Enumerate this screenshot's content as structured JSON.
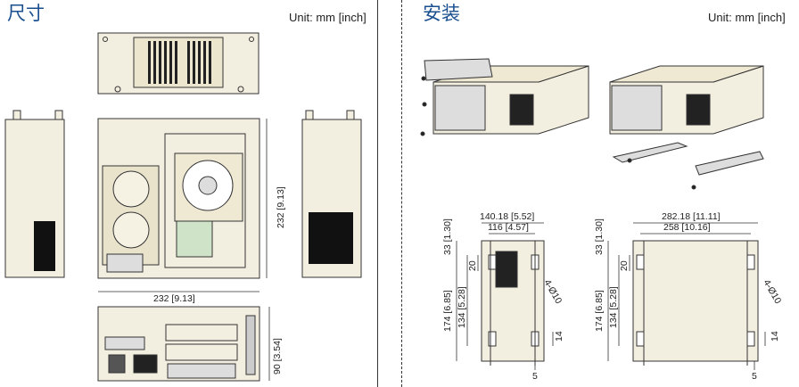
{
  "left_section": {
    "title": "尺寸",
    "unit": "Unit: mm [inch]",
    "dims": {
      "height_side": "232 [9.13]",
      "width_top": "232 [9.13]",
      "front_height": "90 [3.54]"
    }
  },
  "right_section": {
    "title": "安装",
    "unit": "Unit: mm [inch]",
    "left_bracket": {
      "width_outer": "140.18 [5.52]",
      "width_inner": "116 [4.57]",
      "top_offset": "33 [1.30]",
      "overall": "174 [6.85]",
      "inner": "134 [5.28]",
      "gap": "20",
      "hole": "4-Ø10",
      "bottom": "14",
      "edge": "5"
    },
    "right_bracket": {
      "width_outer": "282.18 [11.11]",
      "width_inner": "258 [10.16]",
      "top_offset": "33 [1.30]",
      "overall": "174 [6.85]",
      "inner": "134 [5.28]",
      "gap": "20",
      "hole": "4-Ø10",
      "bottom": "14",
      "edge": "5"
    }
  },
  "colors": {
    "heading": "#1a4f8f",
    "chassis": "#f3efe0",
    "line": "#333333"
  }
}
